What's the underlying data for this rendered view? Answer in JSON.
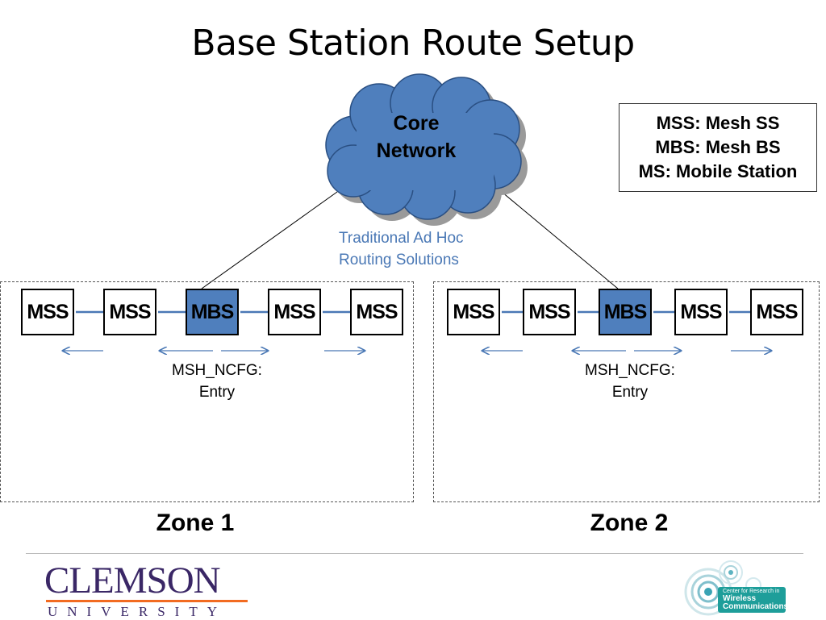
{
  "title": "Base Station Route Setup",
  "cloud": {
    "line1": "Core",
    "line2": "Network"
  },
  "legend": {
    "line1": "MSS: Mesh SS",
    "line2": "MBS: Mesh BS",
    "line3": "MS: Mobile Station"
  },
  "traditional": {
    "line1": "Traditional Ad Hoc",
    "line2": "Routing Solutions"
  },
  "zones": [
    {
      "label": "Zone 1",
      "nodes": [
        "MSS",
        "MSS",
        "MBS",
        "MSS",
        "MSS"
      ],
      "msh_line1": "MSH_NCFG:",
      "msh_line2": "Entry"
    },
    {
      "label": "Zone 2",
      "nodes": [
        "MSS",
        "MSS",
        "MBS",
        "MSS",
        "MSS"
      ],
      "msh_line1": "MSH_NCFG:",
      "msh_line2": "Entry"
    }
  ],
  "logos": {
    "clemson_name": "CLEMSON",
    "clemson_sub": "UNIVERSITY",
    "crwc_line1": "Center for Research in",
    "crwc_line2": "Wireless",
    "crwc_line3": "Communications"
  },
  "colors": {
    "mbs_fill": "#4f7fbd",
    "cloud_fill": "#4f7fbd",
    "link": "#4a78b5",
    "accent": "#f26b21"
  }
}
